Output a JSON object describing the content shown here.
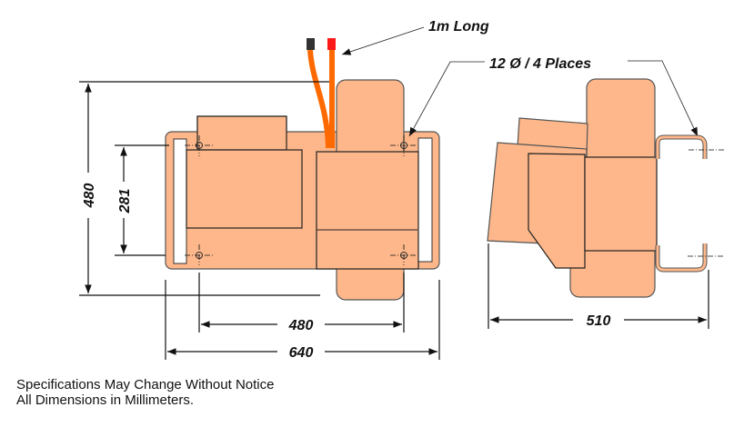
{
  "labels": {
    "cable_length": "1m Long",
    "mounting_holes": "12 Ø / 4 Places",
    "height_overall": "480",
    "hole_spacing_vertical": "281",
    "hole_spacing_horizontal": "480",
    "width_overall": "640",
    "depth_overall": "510"
  },
  "notes": {
    "line1": "Specifications May Change Without Notice",
    "line2": "All Dimensions in Millimeters."
  },
  "colors": {
    "body": "#FDB78A",
    "cable": "#FF6A00",
    "cable_cap_positive": "#FF1A1A",
    "cable_cap_negative": "#333333"
  }
}
